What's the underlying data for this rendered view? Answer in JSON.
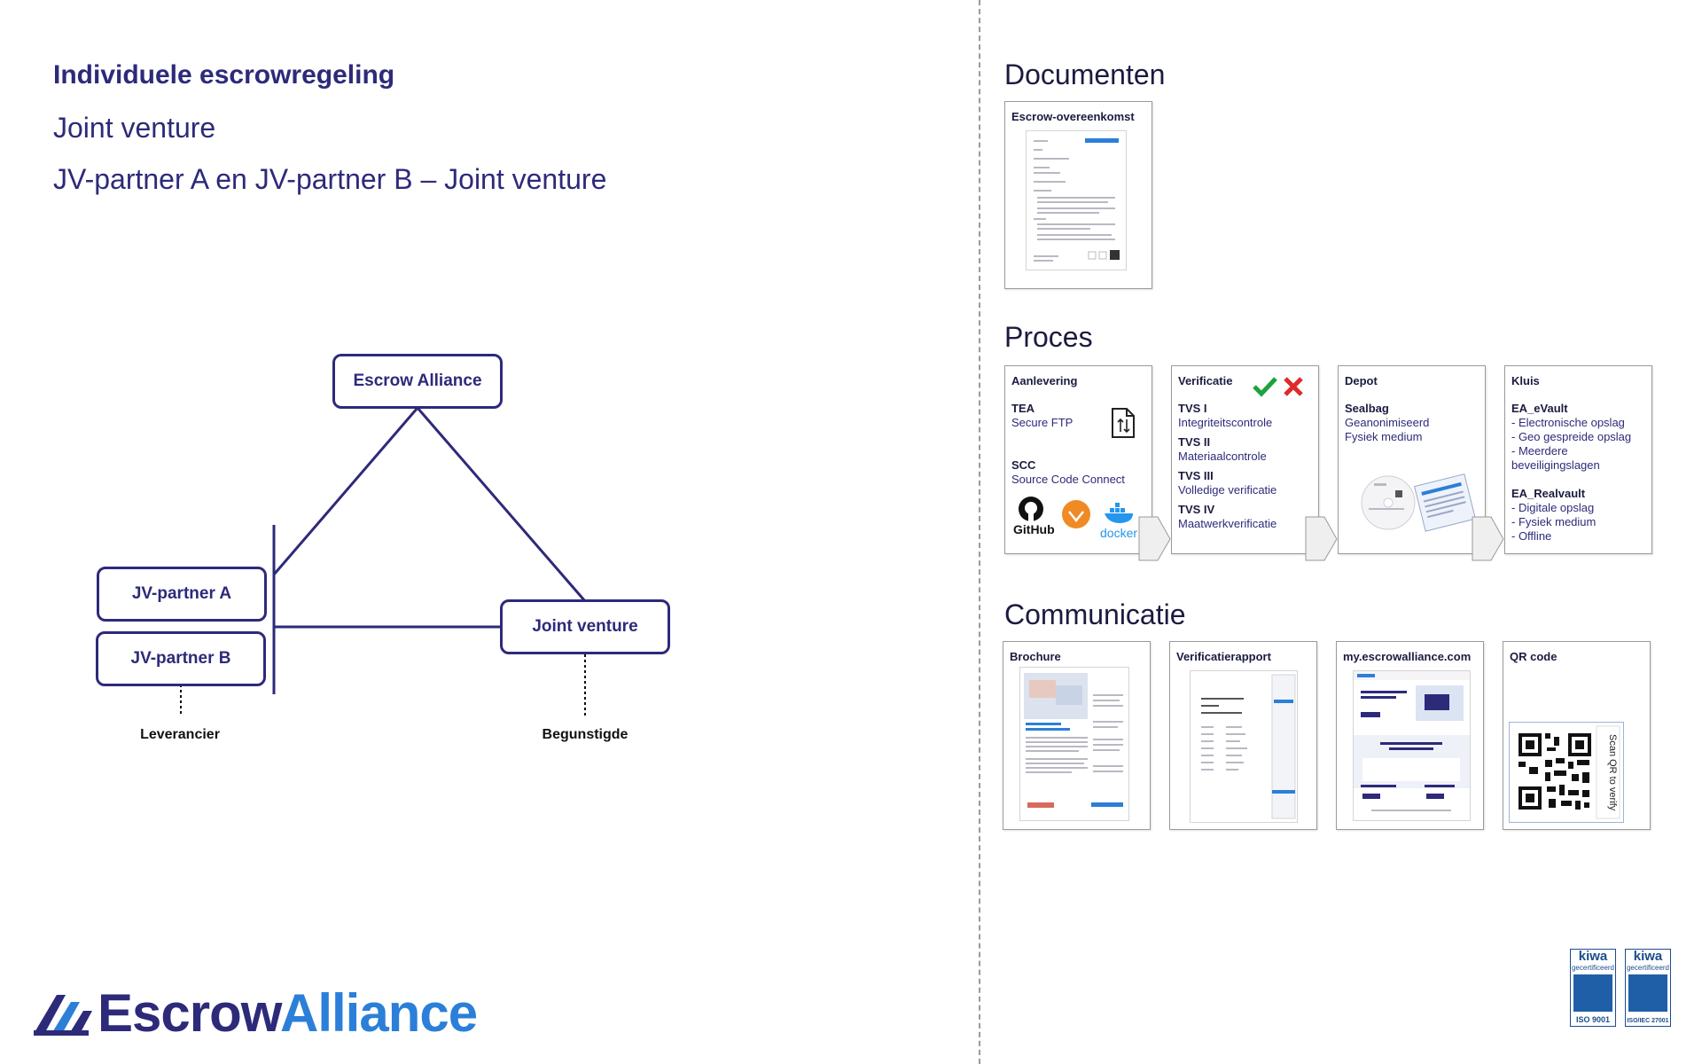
{
  "header": {
    "title": "Individuele escrowregeling",
    "subtitle1": "Joint venture",
    "subtitle2": "JV-partner A en JV-partner B – Joint venture"
  },
  "diagram": {
    "escrow": "Escrow Alliance",
    "partner_a": "JV-partner A",
    "partner_b": "JV-partner B",
    "joint_venture": "Joint venture",
    "role_left": "Leverancier",
    "role_right": "Begunstigde"
  },
  "documents": {
    "heading": "Documenten",
    "card_title": "Escrow-overeenkomst"
  },
  "process": {
    "heading": "Proces",
    "aanlevering": {
      "title": "Aanlevering",
      "tea_label": "TEA",
      "tea_text": "Secure FTP",
      "scc_label": "SCC",
      "scc_text": "Source Code Connect",
      "github": "GitHub",
      "docker": "docker"
    },
    "verificatie": {
      "title": "Verificatie",
      "items": [
        {
          "label": "TVS I",
          "text": "Integriteitscontrole"
        },
        {
          "label": "TVS II",
          "text": "Materiaalcontrole"
        },
        {
          "label": "TVS III",
          "text": "Volledige verificatie"
        },
        {
          "label": "TVS IV",
          "text": "Maatwerkverificatie"
        }
      ]
    },
    "depot": {
      "title": "Depot",
      "label": "Sealbag",
      "line1": "Geanonimiseerd",
      "line2": "Fysiek medium"
    },
    "kluis": {
      "title": "Kluis",
      "evault_label": "EA_eVault",
      "evault_lines": [
        "- Electronische opslag",
        "- Geo gespreide opslag",
        "- Meerdere",
        "beveiligingslagen"
      ],
      "realvault_label": "EA_Realvault",
      "realvault_lines": [
        "- Digitale opslag",
        "- Fysiek medium",
        "- Offline"
      ]
    }
  },
  "communication": {
    "heading": "Communicatie",
    "cards": [
      "Brochure",
      "Verificatierapport",
      "my.escrowalliance.com",
      "QR code"
    ],
    "qr_side_text": "Scan QR to verify"
  },
  "footer": {
    "logo_part1": "Escrow",
    "logo_part2": "Alliance",
    "kiwa_brand": "kiwa",
    "kiwa_sub": "gecertificeerd",
    "cert1": "ISO 9001",
    "cert2": "ISO/IEC 27001"
  },
  "colors": {
    "primary": "#2d2a7a",
    "accent": "#2b7fd8",
    "check": "#1ea23a",
    "cross": "#e02a2a"
  }
}
